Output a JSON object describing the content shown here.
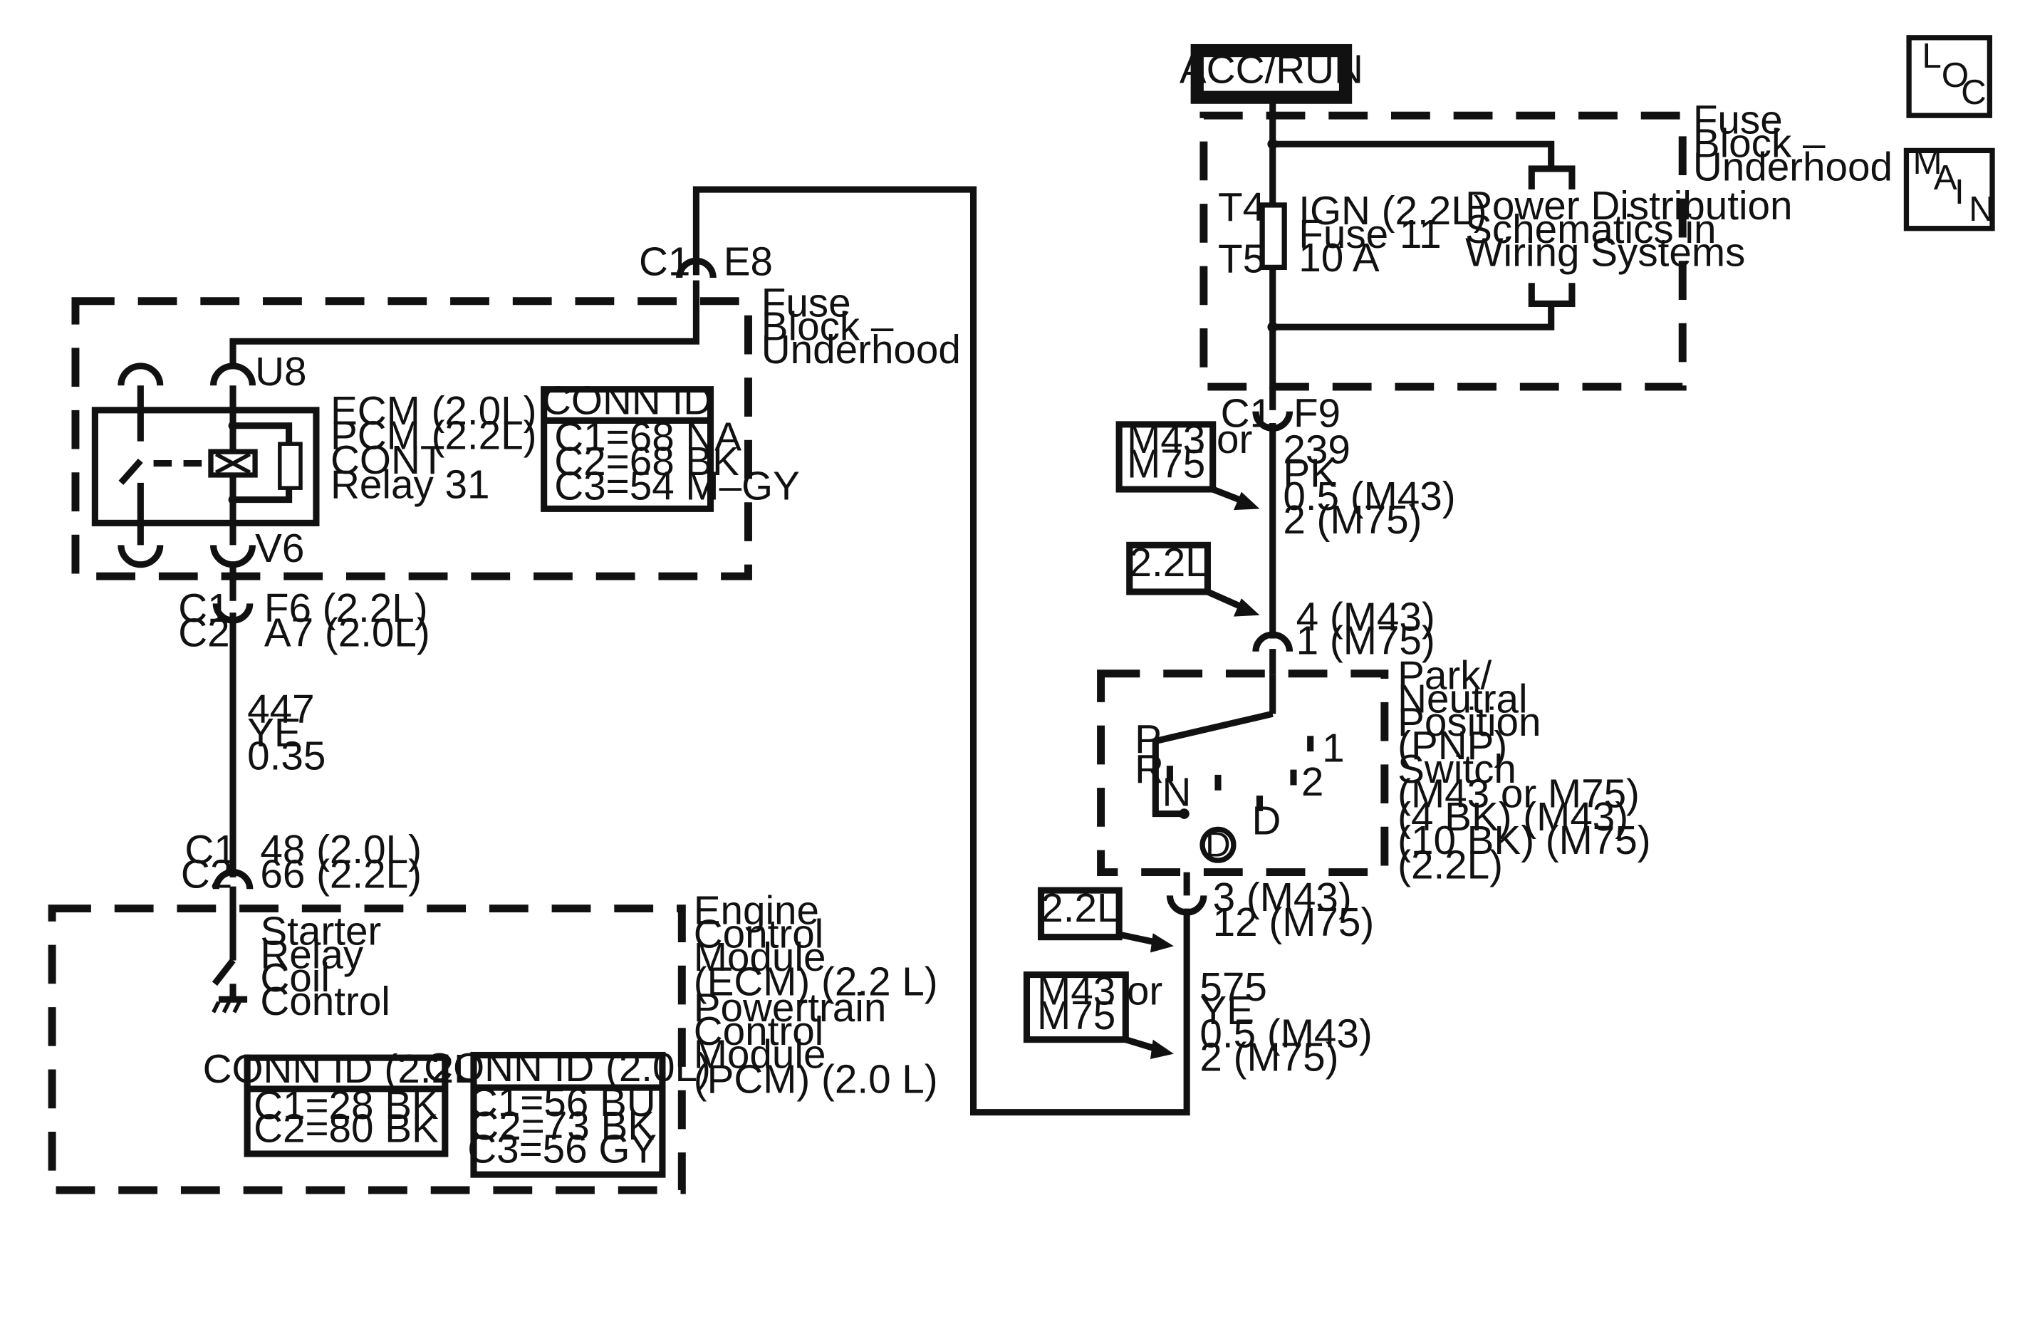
{
  "left_fuse_block": {
    "connector_top": [
      "C1",
      "E8"
    ],
    "title": [
      "Fuse",
      "Block –",
      "Underhood"
    ],
    "pin_top": "U8",
    "pin_bottom": "V6",
    "relay_label": [
      "ECM (2.0L)",
      "PCM (2.2L)",
      "CONT",
      "Relay 31"
    ],
    "conn_id": {
      "title": "CONN ID",
      "rows": [
        "C1=68 NA",
        "C2=68 BK",
        "C3=54 M–GY"
      ]
    }
  },
  "relay_output": {
    "connectors": [
      "C1",
      "C2"
    ],
    "pins": [
      "F6 (2.2L)",
      "A7 (2.0L)"
    ]
  },
  "wire_447": [
    "447",
    "YE",
    "0.35"
  ],
  "ecm_input": {
    "connectors": [
      "C1",
      "C2"
    ],
    "pins": [
      "48 (2.0L)",
      "66 (2.2L)"
    ]
  },
  "ecm_module": {
    "internal_label": [
      "Starter",
      "Relay",
      "Coil",
      "Control"
    ],
    "title": [
      "Engine",
      "Control",
      "Module",
      "(ECM) (2.2 L)",
      "Powertrain",
      "Control",
      "Module",
      "(PCM) (2.0 L)"
    ],
    "conn_id_22": {
      "title": "CONN ID (2.2L)",
      "rows": [
        "C1=28 BK",
        "C2=80 BK"
      ]
    },
    "conn_id_20": {
      "title": "CONN ID (2.0L)",
      "rows": [
        "C1=56 BU",
        "C2=73 BK",
        "C3=56 GY"
      ]
    }
  },
  "power": {
    "source": "ACC/RUN",
    "fuse_block_title": [
      "Fuse",
      "Block –",
      "Underhood"
    ],
    "terminal_top": "T4",
    "terminal_bottom": "T5",
    "fuse_label": [
      "IGN (2.2L)",
      "Fuse 11",
      "10 A"
    ],
    "schematic_ref": [
      "Power Distribution",
      "Schematics in",
      "Wiring Systems"
    ],
    "out_connector": "C1",
    "out_pin": "F9"
  },
  "wire_239": [
    "239",
    "PK",
    "0.5 (M43)",
    "2 (M75)"
  ],
  "tag_m43_m75_upper": [
    "M43 or",
    "M75"
  ],
  "tag_22l_upper": "2.2L",
  "pnp_in_pins": [
    "4 (M43)",
    "1 (M75)"
  ],
  "pnp_switch": {
    "title": [
      "Park/",
      "Neutral",
      "Position",
      "(PNP)",
      "Switch",
      "(M43 or M75)",
      "(4 BK) (M43)",
      "(10 BK) (M75)",
      "(2.2L)"
    ],
    "positions": {
      "p": "P",
      "r": "R",
      "n": "N",
      "d": "D",
      "d_circled": "D",
      "one": "1",
      "two": "2"
    }
  },
  "pnp_out_pins": [
    "3 (M43)",
    "12 (M75)"
  ],
  "tag_22l_lower": "2.2L",
  "tag_m43_m75_lower": [
    "M43 or",
    "M75"
  ],
  "wire_575": [
    "575",
    "YE",
    "0.5 (M43)",
    "2 (M75)"
  ],
  "nav": {
    "loc": [
      "L",
      "O",
      "C"
    ],
    "main": [
      "M",
      "A",
      "I",
      "N"
    ]
  }
}
